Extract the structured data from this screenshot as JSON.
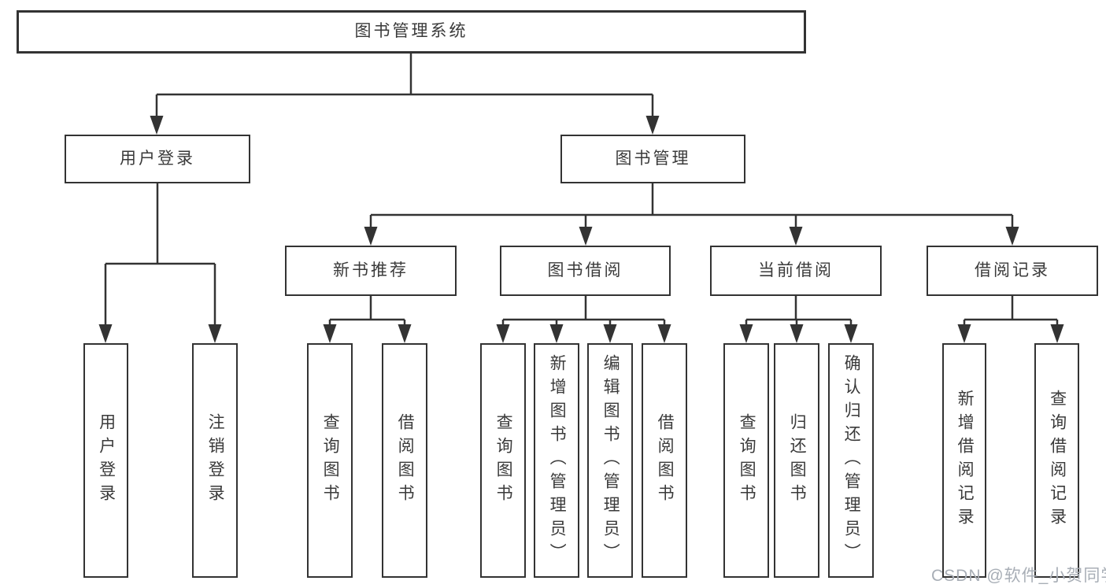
{
  "tree": {
    "label": "图书管理系统",
    "children": [
      {
        "label": "用户登录",
        "children": [
          {
            "label": "用户登录"
          },
          {
            "label": "注销登录"
          }
        ]
      },
      {
        "label": "图书管理",
        "children": [
          {
            "label": "新书推荐",
            "children": [
              {
                "label": "查询图书"
              },
              {
                "label": "借阅图书"
              }
            ]
          },
          {
            "label": "图书借阅",
            "children": [
              {
                "label": "查询图书"
              },
              {
                "label": "新增图书（管理员）"
              },
              {
                "label": "编辑图书（管理员）"
              },
              {
                "label": "借阅图书"
              }
            ]
          },
          {
            "label": "当前借阅",
            "children": [
              {
                "label": "查询图书"
              },
              {
                "label": "归还图书"
              },
              {
                "label": "确认归还（管理员）"
              }
            ]
          },
          {
            "label": "借阅记录",
            "children": [
              {
                "label": "新增借阅记录"
              },
              {
                "label": "查询借阅记录"
              }
            ]
          }
        ]
      }
    ]
  },
  "watermark": {
    "text": "CSDN @软件_小贺同学"
  },
  "colors": {
    "line": "#333333",
    "box_border": "#333333",
    "text": "#3a3a3a",
    "watermark": "#a8aeb6",
    "background": "#ffffff"
  }
}
